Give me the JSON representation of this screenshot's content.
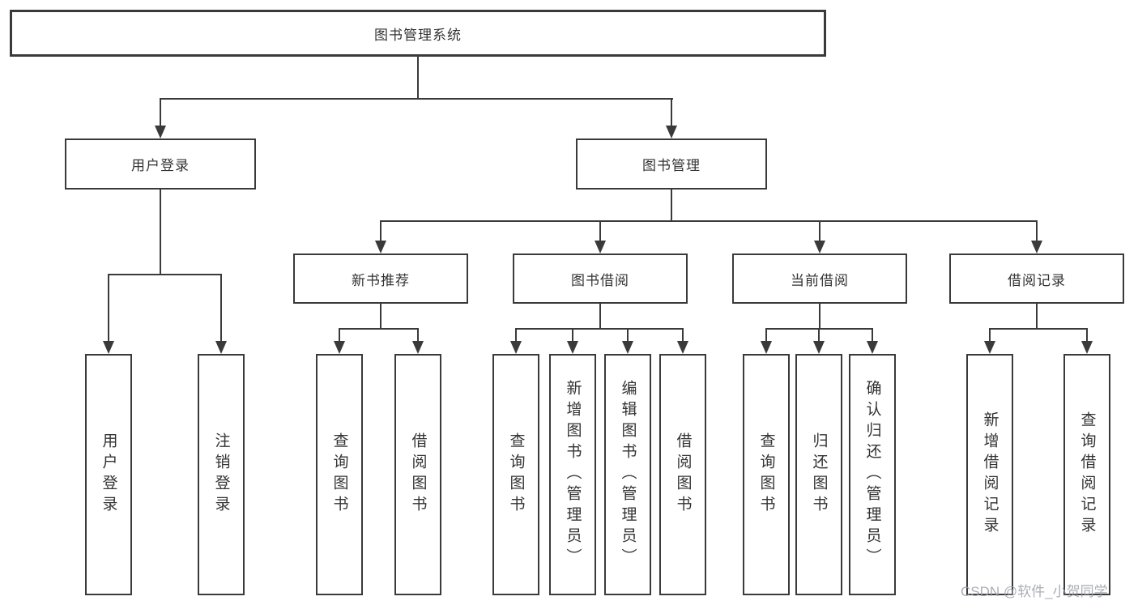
{
  "diagram": {
    "title": "图书管理系统",
    "root": {
      "label": "图书管理系统"
    },
    "branches": [
      {
        "label": "用户登录"
      },
      {
        "label": "图书管理"
      }
    ],
    "modules": [
      {
        "label": "新书推荐"
      },
      {
        "label": "图书借阅"
      },
      {
        "label": "当前借阅"
      },
      {
        "label": "借阅记录"
      }
    ],
    "leaves": {
      "user_login": [
        "用户登录",
        "注销登录"
      ],
      "new_book": [
        "查询图书",
        "借阅图书"
      ],
      "book_borrow": [
        "查询图书",
        "新增图书（管理员）",
        "编辑图书（管理员）",
        "借阅图书"
      ],
      "current_borrow": [
        "查询图书",
        "归还图书",
        "确认归还（管理员）"
      ],
      "borrow_record": [
        "新增借阅记录",
        "查询借阅记录"
      ]
    }
  },
  "watermark": "CSDN @软件_小贺同学",
  "colors": {
    "line": "#3a3a3a",
    "text": "#333333",
    "background": "#ffffff",
    "watermark": "#9ba0a8"
  }
}
